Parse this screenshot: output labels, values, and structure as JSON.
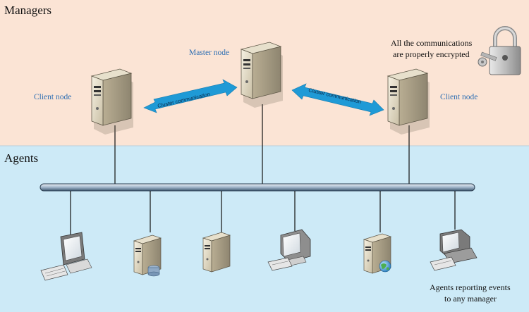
{
  "sections": {
    "managers": "Managers",
    "agents": "Agents"
  },
  "nodes": {
    "master": "Master node",
    "client_left": "Client node",
    "client_right": "Client node"
  },
  "links": {
    "left": "Cluster communication",
    "right": "Cluster communication"
  },
  "notes": {
    "encryption_line1": "All the communications",
    "encryption_line2": "are properly encrypted",
    "agents_line1": "Agents reporting events",
    "agents_line2": "to any manager"
  },
  "colors": {
    "managers_bg": "#fbe4d5",
    "agents_bg": "#cdeaf7",
    "arrow": "#1f9ad6",
    "label_blue": "#2f6fb3"
  },
  "icons": {
    "manager_server": "tower-server-icon",
    "lock": "padlock-key-icon",
    "agent_desktop": "desktop-computer-icon",
    "agent_db_server": "database-server-icon",
    "agent_server": "server-icon",
    "agent_crt": "crt-monitor-icon",
    "agent_web_server": "web-server-icon",
    "agent_workstation": "workstation-icon"
  }
}
